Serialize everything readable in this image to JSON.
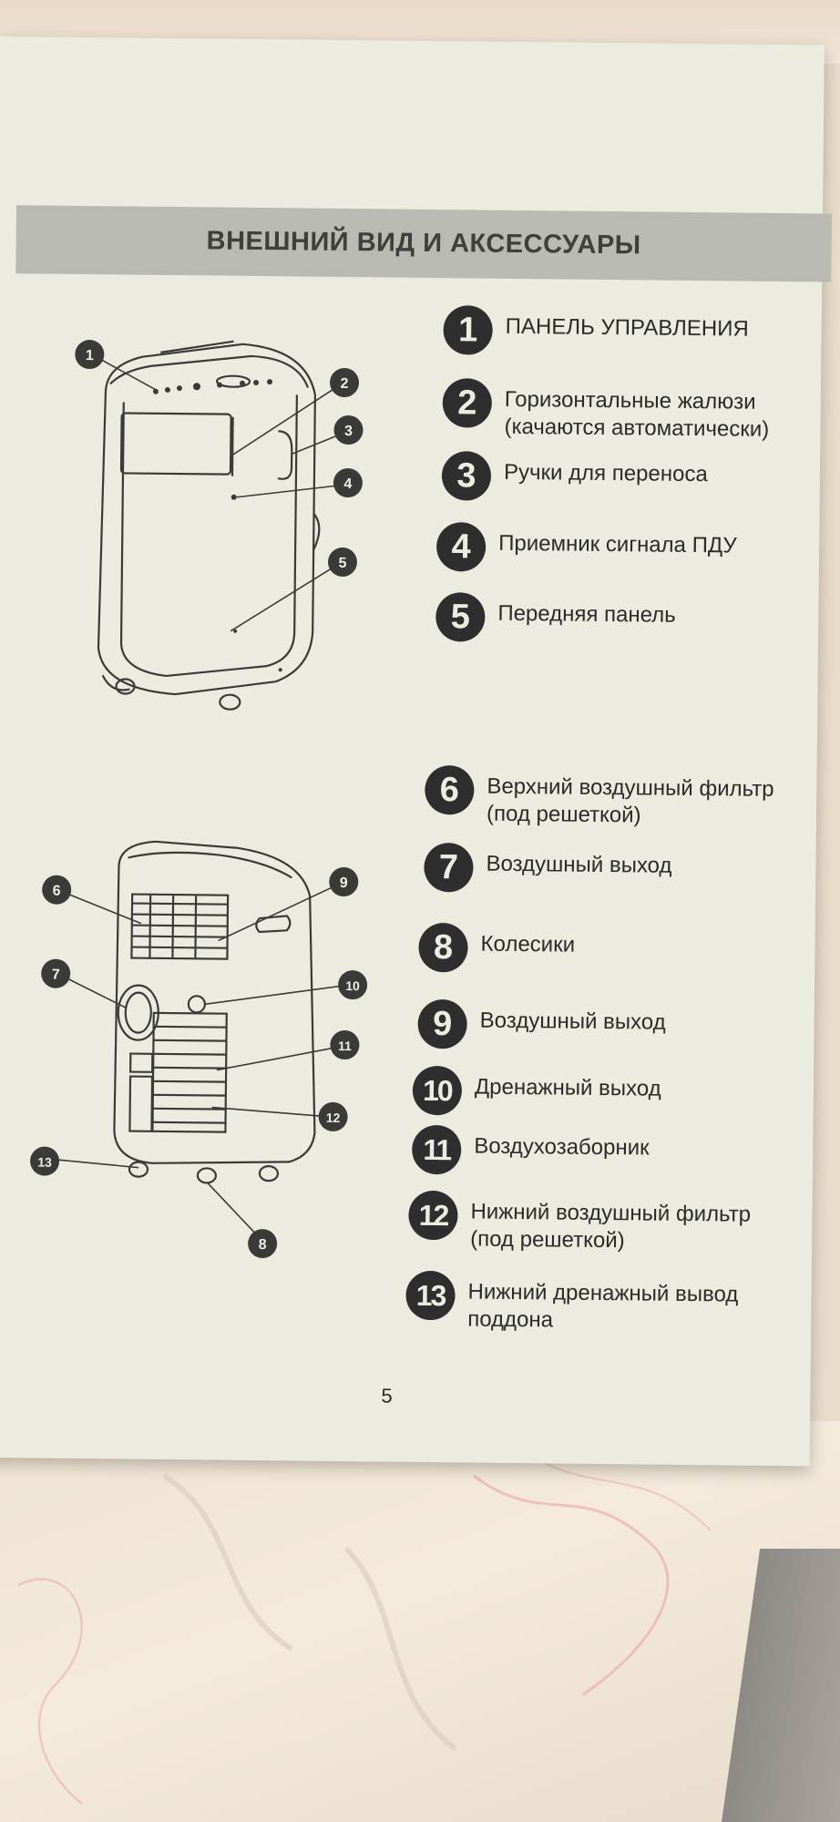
{
  "title": "ВНЕШНИЙ ВИД И АКСЕССУАРЫ",
  "page_number": "5",
  "front_items": [
    {
      "num": "1",
      "lines": [
        "ПАНЕЛЬ УПРАВЛЕНИЯ"
      ]
    },
    {
      "num": "2",
      "lines": [
        "Горизонтальные жалюзи",
        "(качаются автоматически)"
      ]
    },
    {
      "num": "3",
      "lines": [
        "Ручки для переноса"
      ]
    },
    {
      "num": "4",
      "lines": [
        "Приемник сигнала ПДУ"
      ]
    },
    {
      "num": "5",
      "lines": [
        "Передняя панель"
      ]
    }
  ],
  "back_items": [
    {
      "num": "6",
      "lines": [
        "Верхний воздушный фильтр",
        "(под решеткой)"
      ]
    },
    {
      "num": "7",
      "lines": [
        "Воздушный выход"
      ]
    },
    {
      "num": "8",
      "lines": [
        "Колесики"
      ]
    },
    {
      "num": "9",
      "lines": [
        "Воздушный выход"
      ]
    },
    {
      "num": "10",
      "lines": [
        "Дренажный выход"
      ]
    },
    {
      "num": "11",
      "lines": [
        "Воздухозаборник"
      ]
    },
    {
      "num": "12",
      "lines": [
        "Нижний воздушный фильтр",
        "(под решеткой)"
      ]
    },
    {
      "num": "13",
      "lines": [
        "Нижний дренажный вывод",
        "поддона"
      ]
    }
  ],
  "front_callouts": [
    "1",
    "2",
    "3",
    "4",
    "5"
  ],
  "back_callouts": [
    "6",
    "7",
    "9",
    "10",
    "11",
    "12",
    "13",
    "8"
  ],
  "colors": {
    "page": "#ebebdf",
    "band": "#b9bab1",
    "badge": "#2e2e2e",
    "ink": "#2b2b29"
  }
}
